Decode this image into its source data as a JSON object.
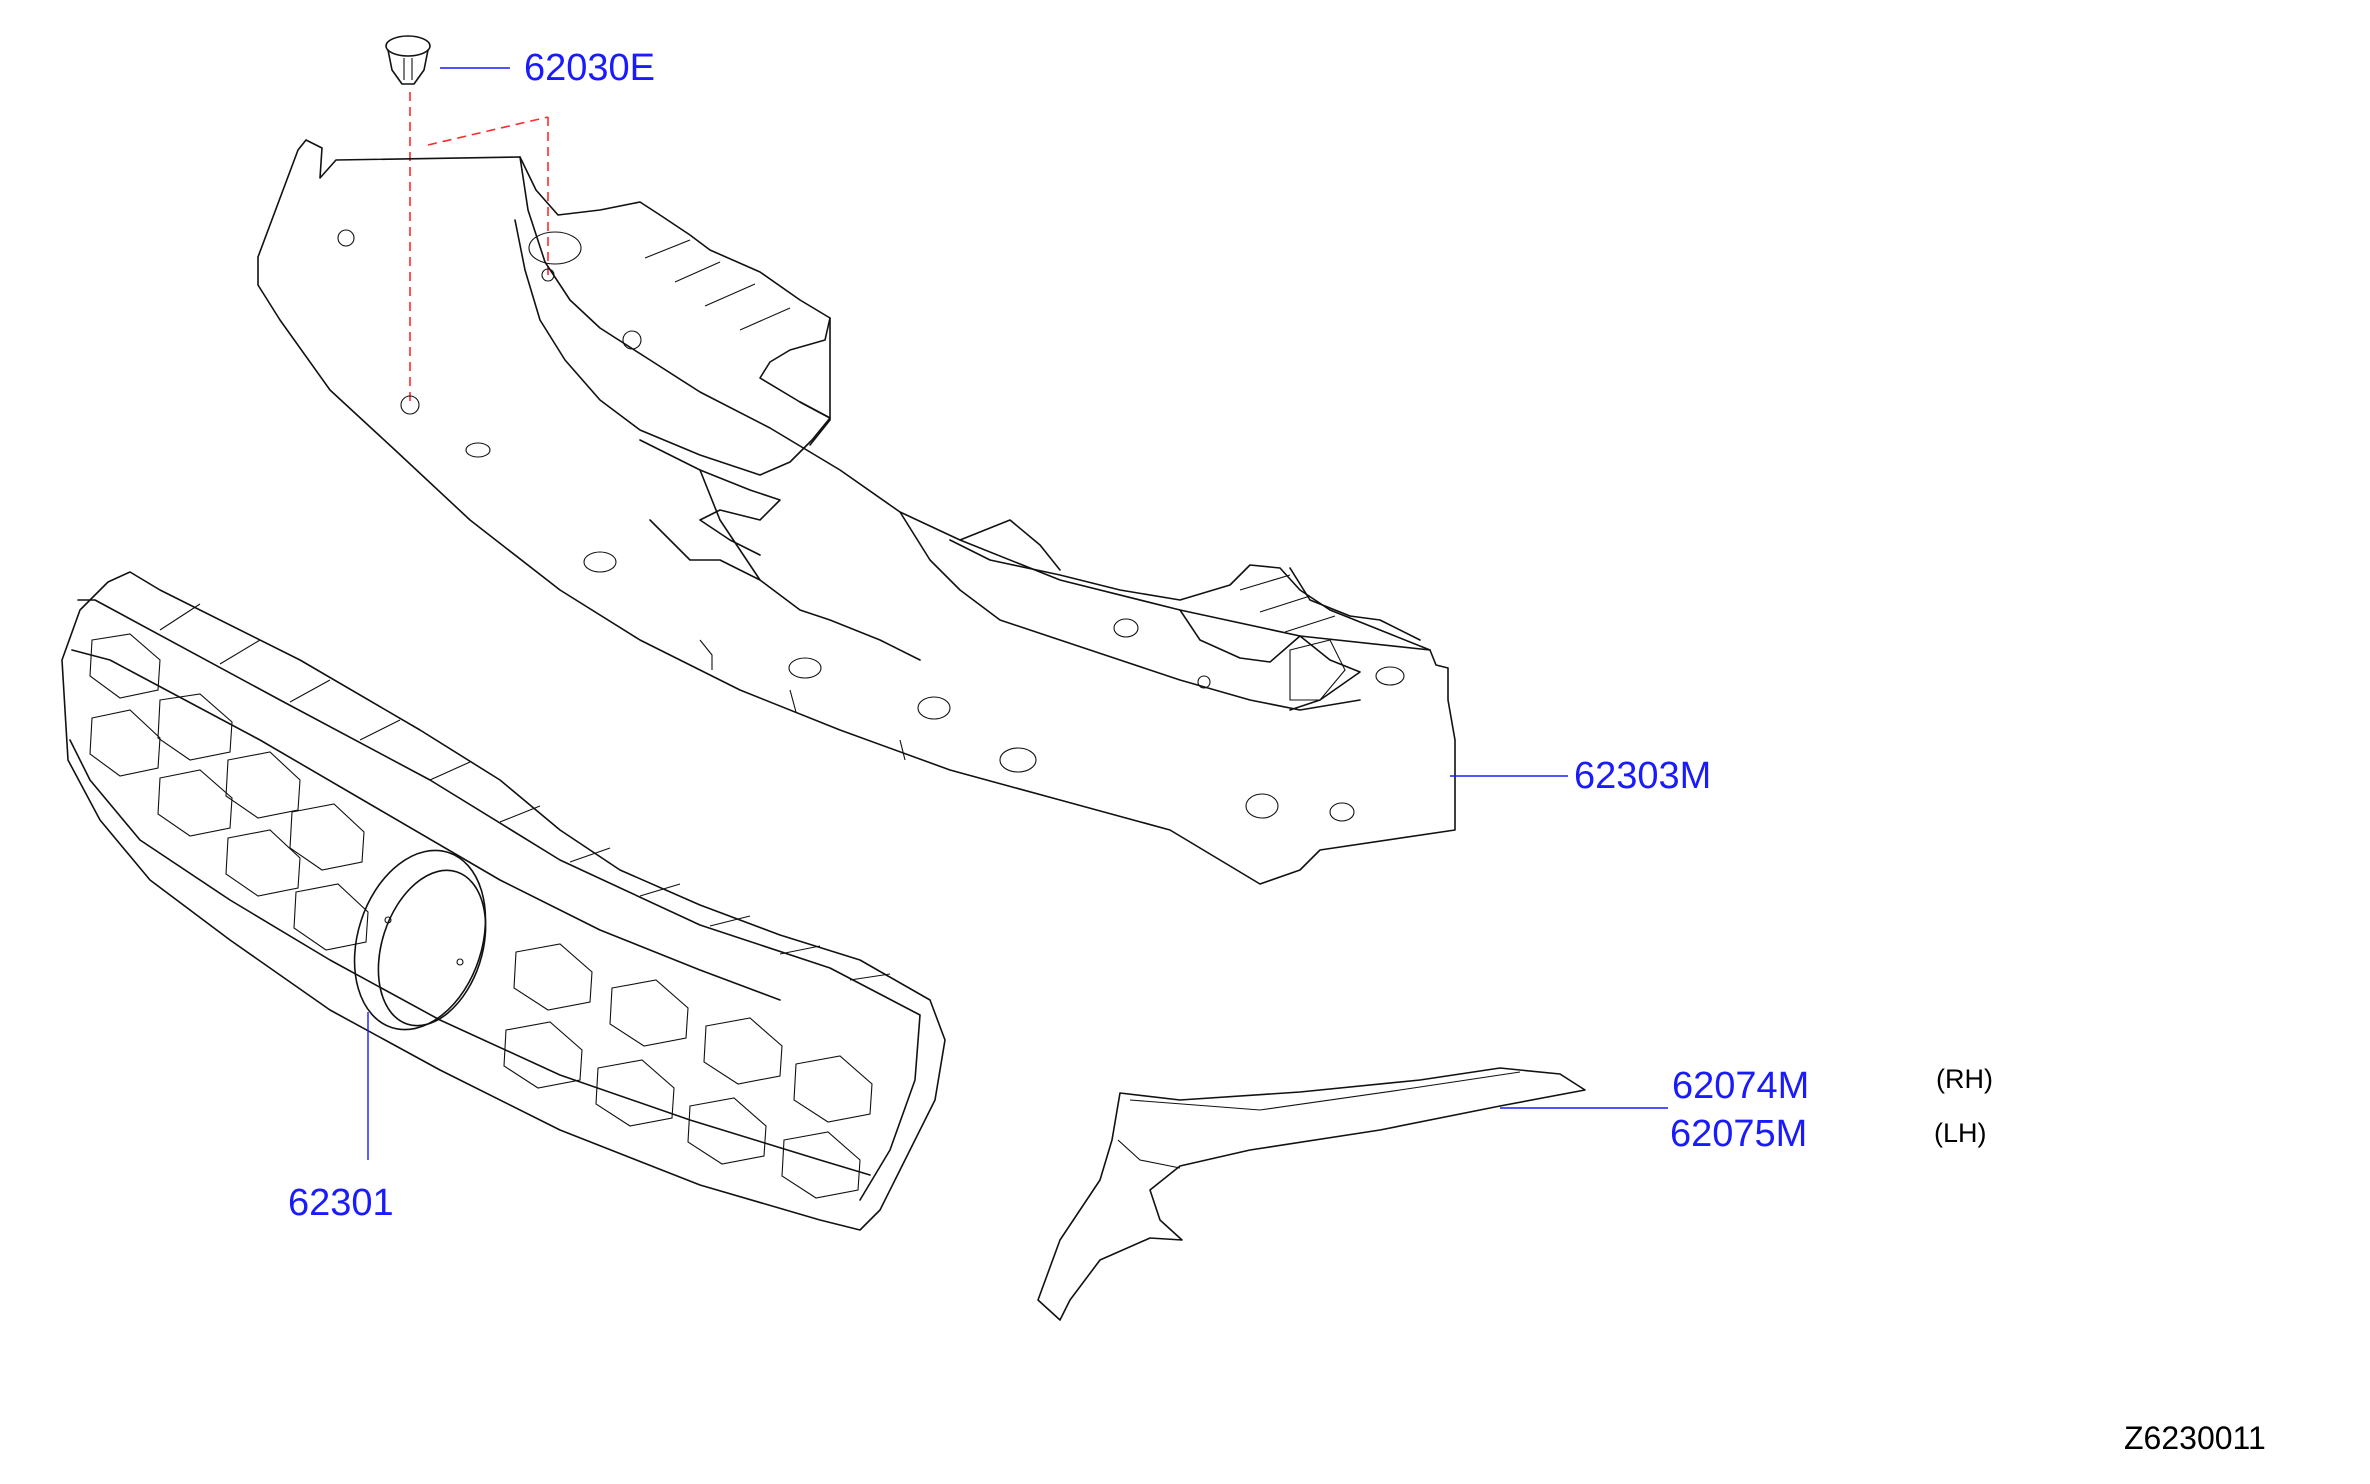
{
  "diagram": {
    "line_color": "#111111",
    "label_color": "#1a1aff",
    "guide_color": "#ff2a2a",
    "reference_code": "Z6230011"
  },
  "labels": {
    "clip": "62030E",
    "upper_cover": "62303M",
    "grille": "62301",
    "finisher_rh": "62074M",
    "finisher_lh": "62075M",
    "rh_note": "(RH)",
    "lh_note": "(LH)"
  }
}
